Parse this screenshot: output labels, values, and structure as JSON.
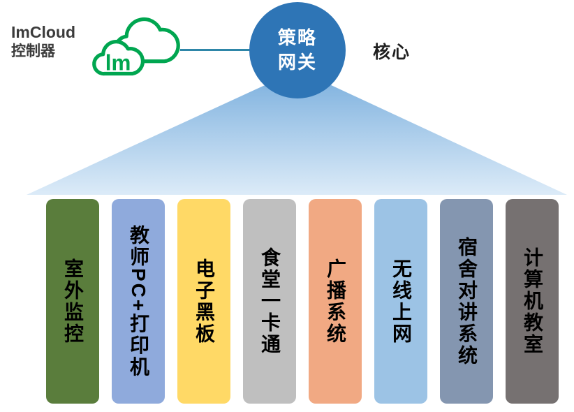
{
  "header": {
    "imcloud_line1": "ImCloud",
    "imcloud_line2": "控制器",
    "cloud_icon_text": "lm",
    "gateway_line1": "策略",
    "gateway_line2": "网关",
    "core_label": "核心"
  },
  "colors": {
    "gateway_blue": "#2E75B6",
    "connector": "#2E86A8",
    "cloud_green": "#00A650",
    "fan_top": "#79AEDD",
    "fan_bottom": "#DCEBF8",
    "text_dark": "#3B3B3B"
  },
  "pillars": [
    {
      "label": "室外监控",
      "color": "#5A7D3C"
    },
    {
      "label": "教师PC+打印机",
      "color": "#8FAADC"
    },
    {
      "label": "电子黑板",
      "color": "#FFD966"
    },
    {
      "label": "食堂一卡通",
      "color": "#BFBFBF"
    },
    {
      "label": "广播系统",
      "color": "#F1A983"
    },
    {
      "label": "无线上网",
      "color": "#9CC3E5"
    },
    {
      "label": "宿舍对讲系统",
      "color": "#8496B0"
    },
    {
      "label": "计算机教室",
      "color": "#767171"
    }
  ]
}
